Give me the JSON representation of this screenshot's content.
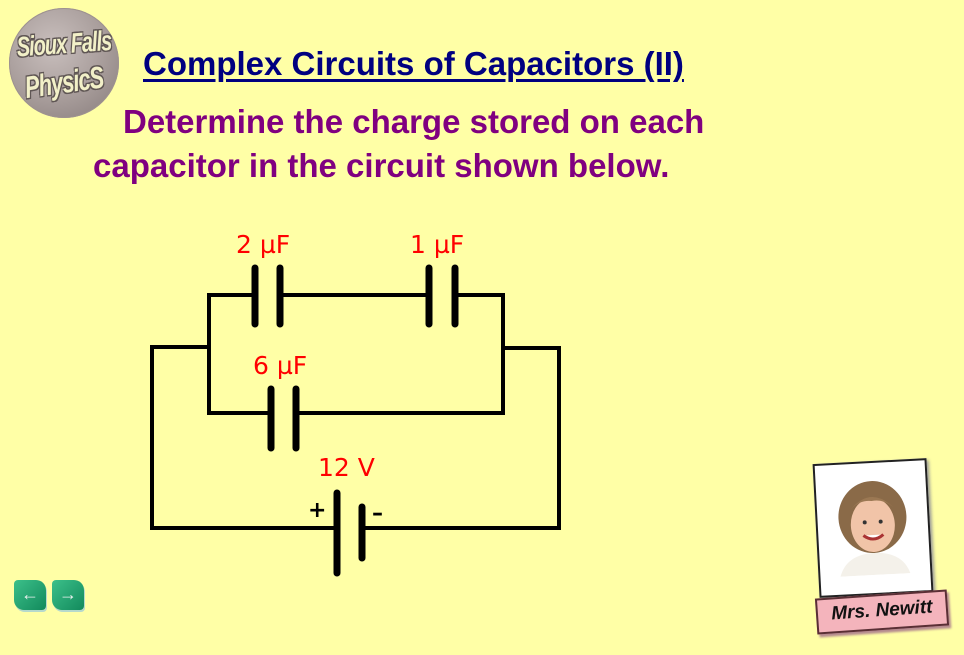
{
  "logo": {
    "line1": "Sioux Falls",
    "line2": "PhysicS"
  },
  "title": "Complex Circuits of Capacitors (II)",
  "question": "Determine the charge stored on each capacitor in the circuit shown below.",
  "circuit": {
    "capacitors": [
      {
        "id": "C1",
        "label": "2 µF",
        "capacitance_uF": 2,
        "branch": "top, series with C2"
      },
      {
        "id": "C2",
        "label": "1 µF",
        "capacitance_uF": 1,
        "branch": "top, series with C1"
      },
      {
        "id": "C3",
        "label": "6 µF",
        "capacitance_uF": 6,
        "branch": "middle, parallel to C1+C2"
      }
    ],
    "battery": {
      "label": "12 V",
      "voltage_V": 12,
      "plus_sign": "+",
      "minus_sign": "–"
    },
    "colors": {
      "wire": "#000000",
      "label": "#ff0000"
    }
  },
  "nav": {
    "prev_icon": "←",
    "next_icon": "→"
  },
  "teacher": {
    "name": "Mrs. Newitt"
  },
  "colors": {
    "background": "#FFFFA6",
    "title": "#000080",
    "question": "#800080"
  }
}
